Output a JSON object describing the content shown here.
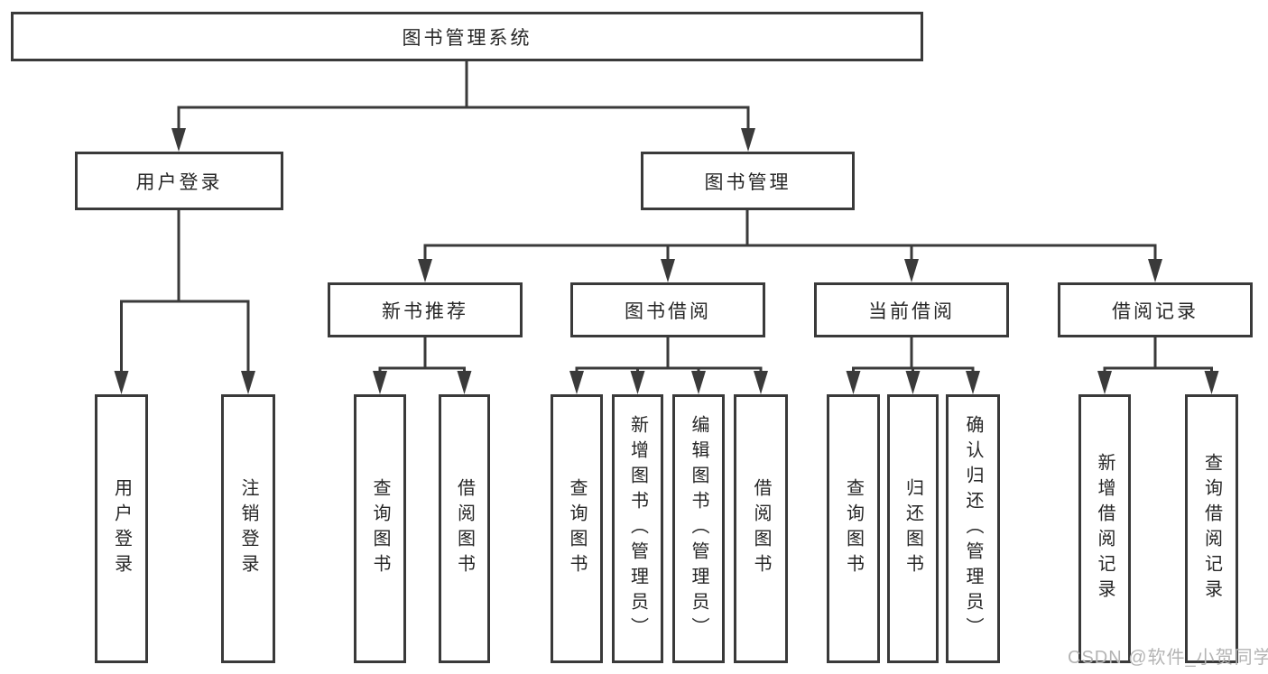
{
  "diagram": {
    "root": {
      "label": "图书管理系统"
    },
    "user_login": {
      "label": "用户登录",
      "children": [
        "用户登录",
        "注销登录"
      ]
    },
    "book_mgmt": {
      "label": "图书管理"
    },
    "new_book": {
      "label": "新书推荐",
      "children": [
        "查询图书",
        "借阅图书"
      ]
    },
    "book_borrow": {
      "label": "图书借阅",
      "children": [
        "查询图书",
        "新增图书（管理员）",
        "编辑图书（管理员）",
        "借阅图书"
      ]
    },
    "current_borrow": {
      "label": "当前借阅",
      "children": [
        "查询图书",
        "归还图书",
        "确认归还（管理员）"
      ]
    },
    "borrow_records": {
      "label": "借阅记录",
      "children": [
        "新增借阅记录",
        "查询借阅记录"
      ]
    }
  },
  "watermark": "CSDN @软件_小贺同学",
  "colors": {
    "line": "#3a3a3a",
    "text": "#262626",
    "watermark": "#b4b4b4",
    "background": "#ffffff"
  }
}
